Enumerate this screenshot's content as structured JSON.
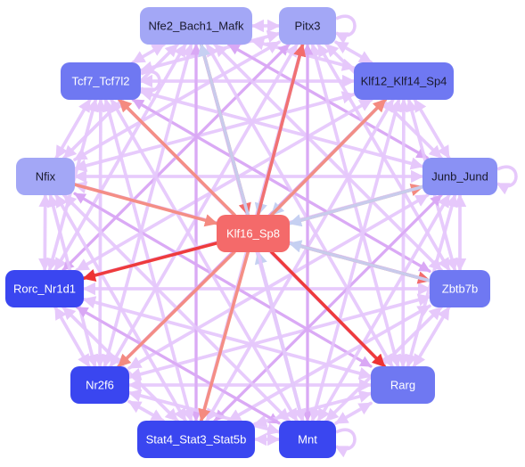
{
  "colors": {
    "background": "#ffffff",
    "edge_default": "#e6c8fb",
    "edge_default_strong": "#d9a8f5",
    "edge_red": "#f36c6c",
    "edge_red_strong": "#ee3333",
    "edge_blue": "#c6d0f2",
    "edge_salmon": "#f48a80"
  },
  "network": {
    "nodes": [
      {
        "id": "Nfe2_Bach1_Mafk",
        "label": "Nfe2_Bach1_Mafk",
        "fill": "#a3a7f6",
        "text_color": "#1a1a2e"
      },
      {
        "id": "Pitx3",
        "label": "Pitx3",
        "fill": "#a3a7f6",
        "text_color": "#1a1a2e"
      },
      {
        "id": "Tcf7_Tcf7l2",
        "label": "Tcf7_Tcf7l2",
        "fill": "#6f78f2",
        "text_color": "#ffffff"
      },
      {
        "id": "Klf12_Klf14_Sp4",
        "label": "Klf12_Klf14_Sp4",
        "fill": "#6f78f2",
        "text_color": "#1a1a2e"
      },
      {
        "id": "Nfix",
        "label": "Nfix",
        "fill": "#a3a7f6",
        "text_color": "#1a1a2e"
      },
      {
        "id": "Junb_Jund",
        "label": "Junb_Jund",
        "fill": "#8a91f4",
        "text_color": "#1a1a2e"
      },
      {
        "id": "Klf16_Sp8",
        "label": "Klf16_Sp8",
        "fill": "#f46a6a",
        "text_color": "#ffffff"
      },
      {
        "id": "Rorc_Nr1d1",
        "label": "Rorc_Nr1d1",
        "fill": "#3a46f0",
        "text_color": "#ffffff"
      },
      {
        "id": "Zbtb7b",
        "label": "Zbtb7b",
        "fill": "#6f78f2",
        "text_color": "#ffffff"
      },
      {
        "id": "Nr2f6",
        "label": "Nr2f6",
        "fill": "#3a46f0",
        "text_color": "#ffffff"
      },
      {
        "id": "Rarg",
        "label": "Rarg",
        "fill": "#6f78f2",
        "text_color": "#ffffff"
      },
      {
        "id": "Stat4_Stat3_Stat5b",
        "label": "Stat4_Stat3_Stat5b",
        "fill": "#3a46f0",
        "text_color": "#ffffff"
      },
      {
        "id": "Mnt",
        "label": "Mnt",
        "fill": "#3a46f0",
        "text_color": "#ffffff"
      }
    ],
    "self_loops": [
      "Pitx3",
      "Junb_Jund",
      "Mnt",
      "Tcf7_Tcf7l2"
    ],
    "edges": [
      {
        "from": "Nfe2_Bach1_Mafk",
        "to": "Klf16_Sp8",
        "color": "edge_red"
      },
      {
        "from": "Klf16_Sp8",
        "to": "Nfe2_Bach1_Mafk",
        "color": "edge_blue"
      },
      {
        "from": "Pitx3",
        "to": "Klf16_Sp8",
        "color": "edge_blue"
      },
      {
        "from": "Klf16_Sp8",
        "to": "Pitx3",
        "color": "edge_red"
      },
      {
        "from": "Klf16_Sp8",
        "to": "Tcf7_Tcf7l2",
        "color": "edge_salmon"
      },
      {
        "from": "Klf12_Klf14_Sp4",
        "to": "Klf16_Sp8",
        "color": "edge_blue"
      },
      {
        "from": "Klf16_Sp8",
        "to": "Klf12_Klf14_Sp4",
        "color": "edge_salmon"
      },
      {
        "from": "Nfix",
        "to": "Klf16_Sp8",
        "color": "edge_salmon"
      },
      {
        "from": "Klf16_Sp8",
        "to": "Junb_Jund",
        "color": "edge_salmon"
      },
      {
        "from": "Junb_Jund",
        "to": "Klf16_Sp8",
        "color": "edge_blue"
      },
      {
        "from": "Klf16_Sp8",
        "to": "Rorc_Nr1d1",
        "color": "edge_red_strong"
      },
      {
        "from": "Klf16_Sp8",
        "to": "Zbtb7b",
        "color": "edge_red"
      },
      {
        "from": "Zbtb7b",
        "to": "Klf16_Sp8",
        "color": "edge_blue"
      },
      {
        "from": "Klf16_Sp8",
        "to": "Rarg",
        "color": "edge_red_strong"
      },
      {
        "from": "Klf16_Sp8",
        "to": "Stat4_Stat3_Stat5b",
        "color": "edge_salmon"
      },
      {
        "from": "Klf16_Sp8",
        "to": "Nr2f6",
        "color": "edge_salmon"
      },
      {
        "from": "Mnt",
        "to": "Klf16_Sp8",
        "color": "edge_blue"
      },
      {
        "from": "Klf16_Sp8",
        "to": "Mnt",
        "color": "edge_default"
      }
    ],
    "mesh": "all_pairs_outer"
  }
}
